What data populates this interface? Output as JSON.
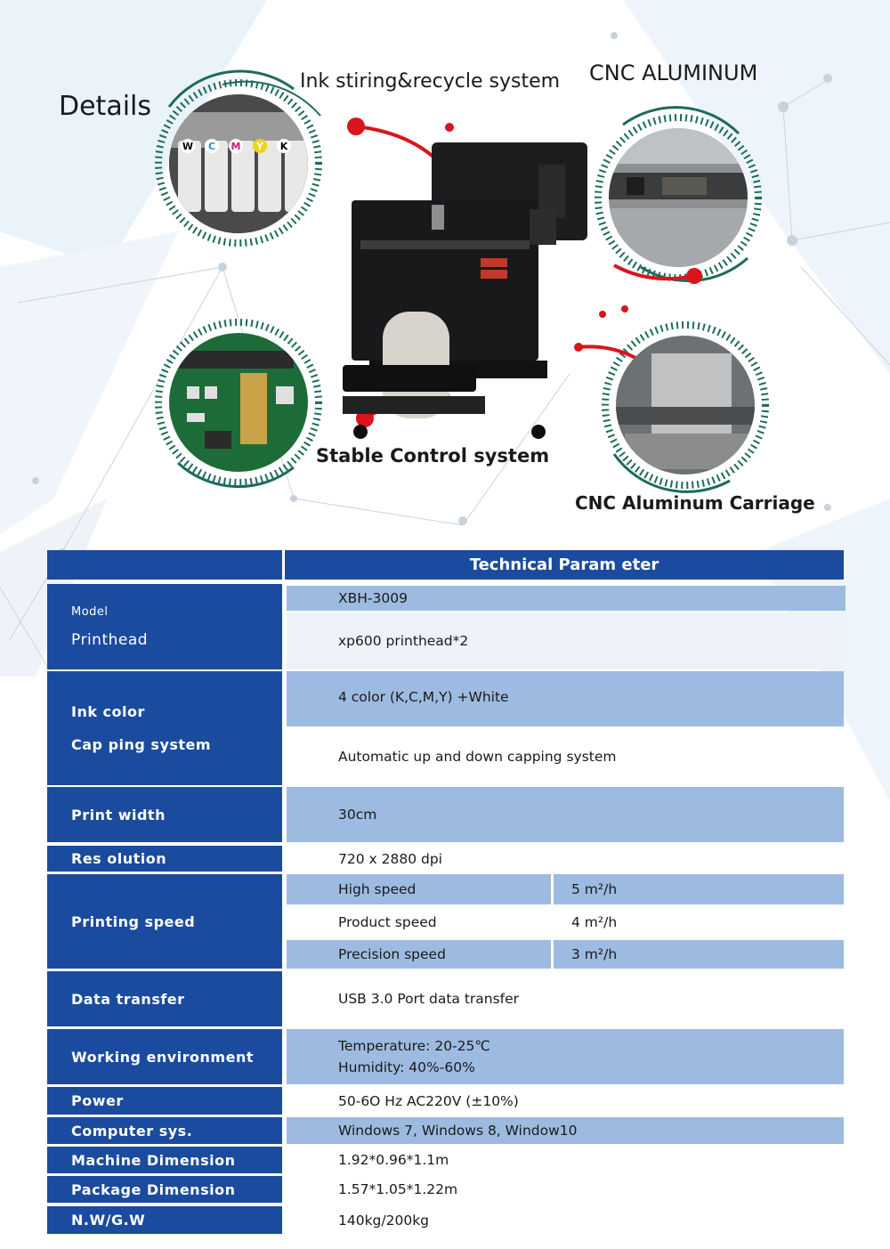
{
  "header": {
    "details": "Details",
    "ink_system": "Ink stiring&recycle system",
    "cnc_aluminum": "CNC ALUMINUM",
    "stable_control": "Stable Control system",
    "cnc_carriage": "CNC Aluminum Carriage"
  },
  "ink_labels": [
    "W",
    "C",
    "M",
    "Y",
    "K"
  ],
  "colors": {
    "table_blue": "#1b4b9e",
    "light_blue": "#9dbbe1",
    "pale_blue": "#eef3fa",
    "ring_green": "#1d6b5b",
    "accent_red": "#d9141c"
  },
  "table": {
    "title": "Technical  Param eter",
    "model_label": "Model",
    "model_value": "XBH-3009",
    "printhead_label": "Printhead",
    "printhead_value": "xp600 printhead*2",
    "ink_label": "Ink color",
    "ink_value": "4 color (K,C,M,Y) +White",
    "capping_label": "Cap ping system",
    "capping_value": "Automatic up and down capping system",
    "width_label": "Print width",
    "width_value": "30cm",
    "resolution_label": "Res olution",
    "resolution_value": "720 x 2880 dpi",
    "speed_label": "Printing speed",
    "speeds": [
      {
        "mode": "High speed",
        "value": "5 m²/h"
      },
      {
        "mode": "Product speed",
        "value": "4 m²/h"
      },
      {
        "mode": "Precision speed",
        "value": "3 m²/h"
      }
    ],
    "transfer_label": "Data transfer",
    "transfer_value": "USB 3.0 Port data transfer",
    "env_label": "Working environment",
    "env_temp": "Temperature: 20-25℃",
    "env_humidity": "Humidity: 40%-60%",
    "power_label": "Power",
    "power_value": "50-6O Hz AC220V (±10%)",
    "computer_label": "Computer sys.",
    "computer_value": "Windows 7, Windows 8, Window10",
    "machine_label": "Machine Dimension",
    "machine_value": "1.92*0.96*1.1m",
    "package_label": "Package Dimension",
    "package_value": "1.57*1.05*1.22m",
    "weight_label": "N.W/G.W",
    "weight_value": "140kg/200kg"
  }
}
